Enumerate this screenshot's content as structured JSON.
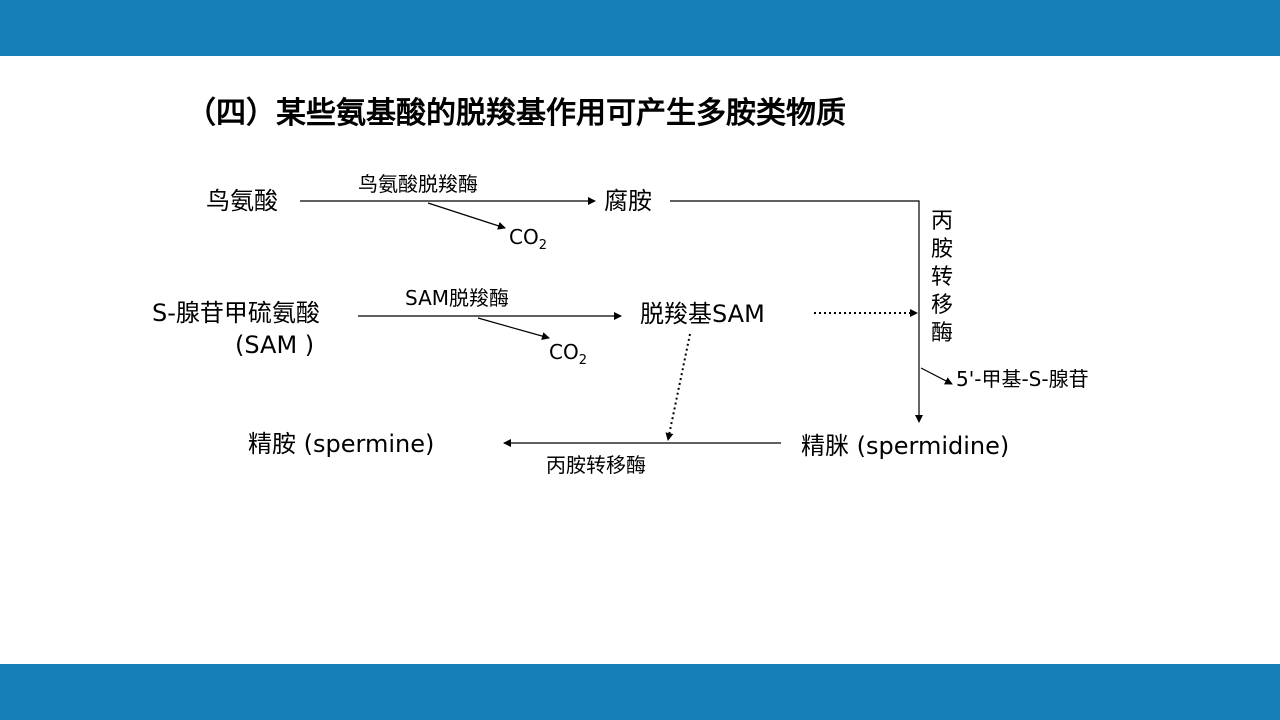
{
  "title": "（四）某些氨基酸的脱羧基作用可产生多胺类物质",
  "nodes": {
    "ornithine": "鸟氨酸",
    "putrescine": "腐胺",
    "sam_line1": "S-腺苷甲硫氨酸",
    "sam_line2": "(SAM )",
    "dcsam": "脱羧基SAM",
    "mta": "5'-甲基-S-腺苷",
    "spermidine": "精脒 (spermidine)",
    "spermine": "精胺 (spermine)"
  },
  "enzymes": {
    "odc": "鸟氨酸脱羧酶",
    "samdc": "SAM脱羧酶",
    "aminopropyltransferase": "丙胺转移酶",
    "aminopropyltransferase_vertical": [
      "丙",
      "胺",
      "转",
      "移",
      "酶"
    ]
  },
  "co2": {
    "base": "CO",
    "sub": "2"
  },
  "colors": {
    "header_bar": "#1580b8",
    "footer_bar": "#1580b8",
    "text": "#000000"
  }
}
